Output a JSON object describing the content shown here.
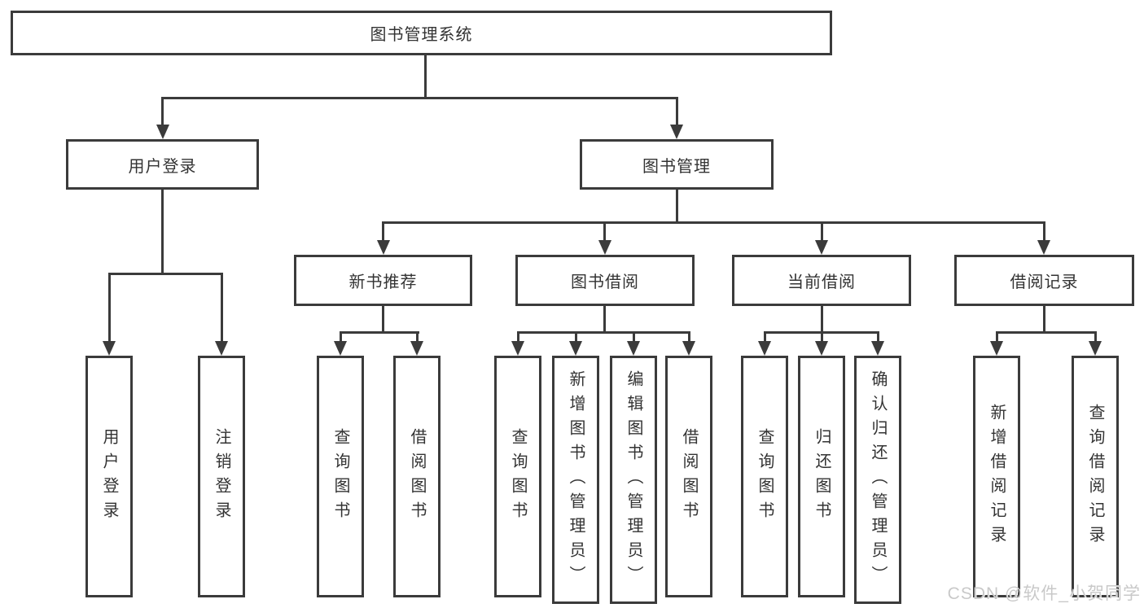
{
  "nodes": {
    "root": "图书管理系统",
    "login": "用户登录",
    "book_mgmt": "图书管理",
    "user_login": "用户登录",
    "logout": "注销登录",
    "new_rec": "新书推荐",
    "borrow": "图书借阅",
    "current": "当前借阅",
    "record": "借阅记录",
    "nb_query": "查询图书",
    "nb_borrow": "借阅图书",
    "bb_query": "查询图书",
    "bb_add": "新增图书（管理员）",
    "bb_edit": "编辑图书（管理员）",
    "bb_borrow": "借阅图书",
    "cb_query": "查询图书",
    "cb_return": "归还图书",
    "cb_confirm": "确认归还（管理员）",
    "br_add": "新增借阅记录",
    "br_query": "查询借阅记录"
  },
  "hierarchy": {
    "root": [
      "login",
      "book_mgmt"
    ],
    "login": [
      "user_login",
      "logout"
    ],
    "book_mgmt": [
      "new_rec",
      "borrow",
      "current",
      "record"
    ],
    "new_rec": [
      "nb_query",
      "nb_borrow"
    ],
    "borrow": [
      "bb_query",
      "bb_add",
      "bb_edit",
      "bb_borrow"
    ],
    "current": [
      "cb_query",
      "cb_return",
      "cb_confirm"
    ],
    "record": [
      "br_add",
      "br_query"
    ]
  },
  "watermark": "CSDN @软件_小贺同学",
  "colors": {
    "line": "#3b3b3b",
    "text": "#333333",
    "background": "#ffffff",
    "watermark": "#c9c9c9"
  }
}
